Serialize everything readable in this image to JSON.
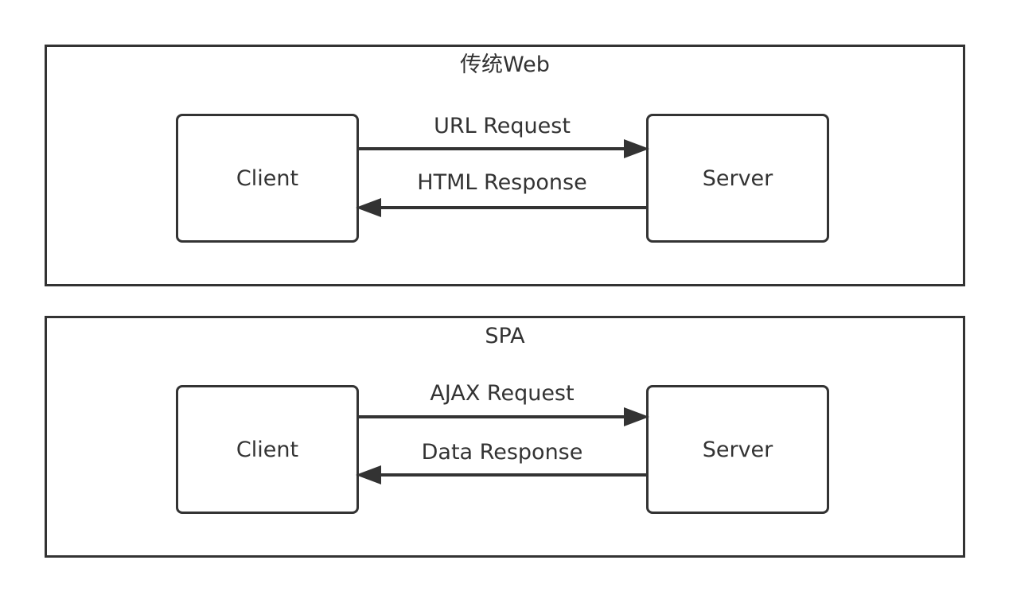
{
  "diagrams": [
    {
      "title": "传统Web",
      "client": "Client",
      "server": "Server",
      "request": "URL Request",
      "response": "HTML Response"
    },
    {
      "title": "SPA",
      "client": "Client",
      "server": "Server",
      "request": "AJAX Request",
      "response": "Data Response"
    }
  ],
  "colors": {
    "stroke": "#333333",
    "background": "#ffffff"
  }
}
